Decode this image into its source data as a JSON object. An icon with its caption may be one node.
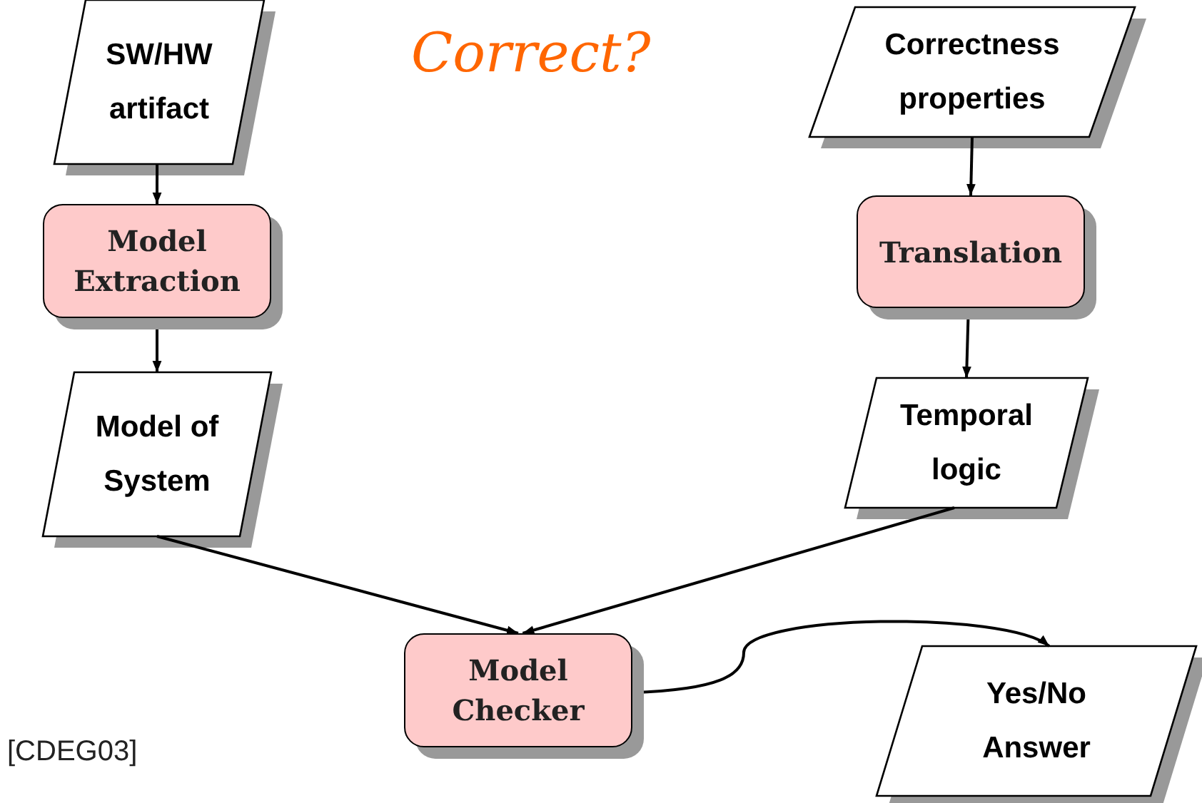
{
  "diagram": {
    "title": "Correct?",
    "nodes": [
      {
        "text": [
          "SW/HW artifact"
        ]
      },
      {
        "text": [
          "Model Extraction"
        ]
      },
      {
        "text": [
          "Model of System"
        ]
      },
      {
        "text": [
          "Correctness properties"
        ]
      },
      {
        "text": [
          "Translation"
        ]
      },
      {
        "text": [
          "Temporal logic"
        ]
      },
      {
        "text": [
          "Model Checker"
        ]
      },
      {
        "text": [
          "Yes/No Answer"
        ]
      }
    ],
    "edges": [
      {
        "from": 0,
        "to": 1,
        "arrow": "to"
      },
      {
        "from": 1,
        "to": 2,
        "arrow": "to"
      },
      {
        "from": 3,
        "to": 4,
        "arrow": "to"
      },
      {
        "from": 4,
        "to": 5,
        "arrow": "to"
      },
      {
        "from": 2,
        "to": 6,
        "arrow": "to"
      },
      {
        "from": 5,
        "to": 6,
        "arrow": "to"
      },
      {
        "from": 6,
        "to": 7,
        "arrow": "to"
      }
    ],
    "labels": [
      "[CDEG03]"
    ]
  }
}
